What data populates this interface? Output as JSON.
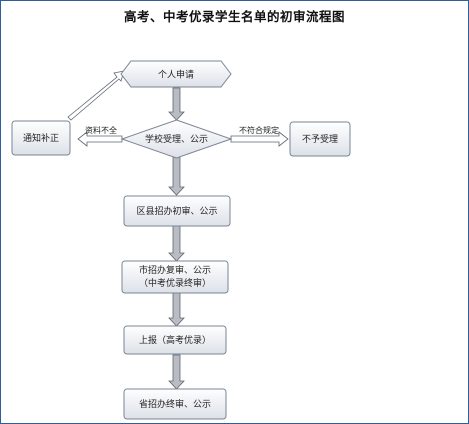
{
  "title": "高考、中考优录学生名单的初审流程图",
  "nodes": {
    "start": "个人申请",
    "school_review": "学校受理、公示",
    "notify_fix": "通知补正",
    "reject": "不予受理",
    "district_review": "区县招办初审、公示",
    "city_review_line1": "市招办复审、公示",
    "city_review_line2": "（中考优录终审）",
    "report": "上报（高考优录）",
    "province_review": "省招办终审、公示"
  },
  "edges": {
    "incomplete": "资料不全",
    "not_compliant": "不符合规定"
  },
  "colors": {
    "node_fill_top": "#ffffff",
    "node_fill_bottom": "#dfe3ea",
    "node_stroke": "#7a8595",
    "arrow_fill": "#b9bcc2",
    "arrow_stroke": "#5f6670",
    "frame": "#2f5f9a"
  }
}
